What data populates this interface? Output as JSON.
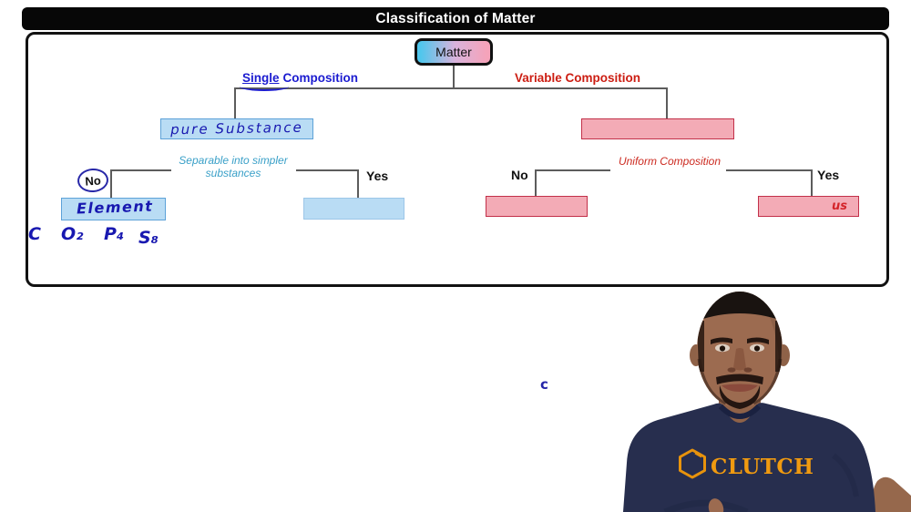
{
  "header": {
    "title": "Classification of Matter"
  },
  "flowchart": {
    "root_label": "Matter",
    "left_label_word1": "Single",
    "left_label_word2": "Composition",
    "right_label": "Variable Composition",
    "pure_substance_text": "pure Substance",
    "right_level1_box_text": "",
    "left_question_line1": "Separable into simpler",
    "left_question_line2": "substances",
    "right_question": "Uniform Composition",
    "left_no": "No",
    "left_yes": "Yes",
    "right_no": "No",
    "right_yes": "Yes",
    "element_text": "Element",
    "left_yes_box_text": "",
    "right_no_box_text": "",
    "right_yes_box_text": "us",
    "annotations": [
      "C",
      "O₂",
      "P₄",
      "S₈"
    ],
    "stray_mark": "c"
  },
  "person": {
    "shirt_text": "CLUTCH"
  },
  "colors": {
    "title_bar": "#070707",
    "branch_left_blue": "#1b1bd0",
    "branch_right_red": "#cc1d12",
    "question_left": "#3aa0c8",
    "question_right": "#cc2a20",
    "handwriting_blue": "#1818b0",
    "handwriting_red": "#d4242a",
    "box_blue_fill": "#b9dcf4",
    "box_blue_border": "#5da2d8",
    "box_pink_fill": "#f3abb6",
    "box_pink_border": "#c23049",
    "matter_gradient_left": "#50c6ec",
    "matter_gradient_right": "#f5a3ba",
    "shirt_navy": "#272e4e",
    "logo_orange": "#f09a10",
    "connector_gray": "#5c5c5c"
  }
}
